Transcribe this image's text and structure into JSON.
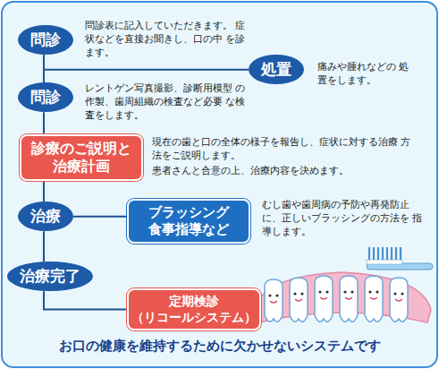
{
  "diagram": {
    "caption": "お口の健康を維持するために欠かせないシステムです",
    "nodes": [
      {
        "text": [
          "問診"
        ]
      },
      {
        "text": [
          "処置"
        ]
      },
      {
        "text": [
          "問診"
        ]
      },
      {
        "text": [
          "診療のご説明と 治療計画"
        ]
      },
      {
        "text": [
          "治療"
        ]
      },
      {
        "text": [
          "ブラッシング 食事指導など"
        ]
      },
      {
        "text": [
          "治療完了"
        ]
      },
      {
        "text": [
          "定期検診 （リコールシステム）"
        ]
      }
    ],
    "edges": [
      {
        "from": 0,
        "to": 1,
        "arrow": "none"
      },
      {
        "from": 0,
        "to": 2,
        "arrow": "none"
      },
      {
        "from": 2,
        "to": 3,
        "arrow": "none"
      },
      {
        "from": 3,
        "to": 4,
        "arrow": "none"
      },
      {
        "from": 4,
        "to": 5,
        "arrow": "none"
      },
      {
        "from": 4,
        "to": 6,
        "arrow": "none"
      },
      {
        "from": 6,
        "to": 7,
        "arrow": "none"
      }
    ],
    "labels": [
      "問診表に記入していただきます。 症状などを直接お聞きし、口の中 を診ます。",
      "痛みや腫れなどの 処置をします。",
      "レントゲン写真撮影、診断用模型 の作製、歯周組織の検査など必要 な検査をします。",
      "現在の歯と口の全体の様子を報告し、症状に対する治療 方法をご説明します。",
      "患者さんと合意の上、治療内容を決めます。",
      "むし歯や歯周病の予防や再発防止 に、正しいブラッシングの方法を 指導します。"
    ]
  }
}
